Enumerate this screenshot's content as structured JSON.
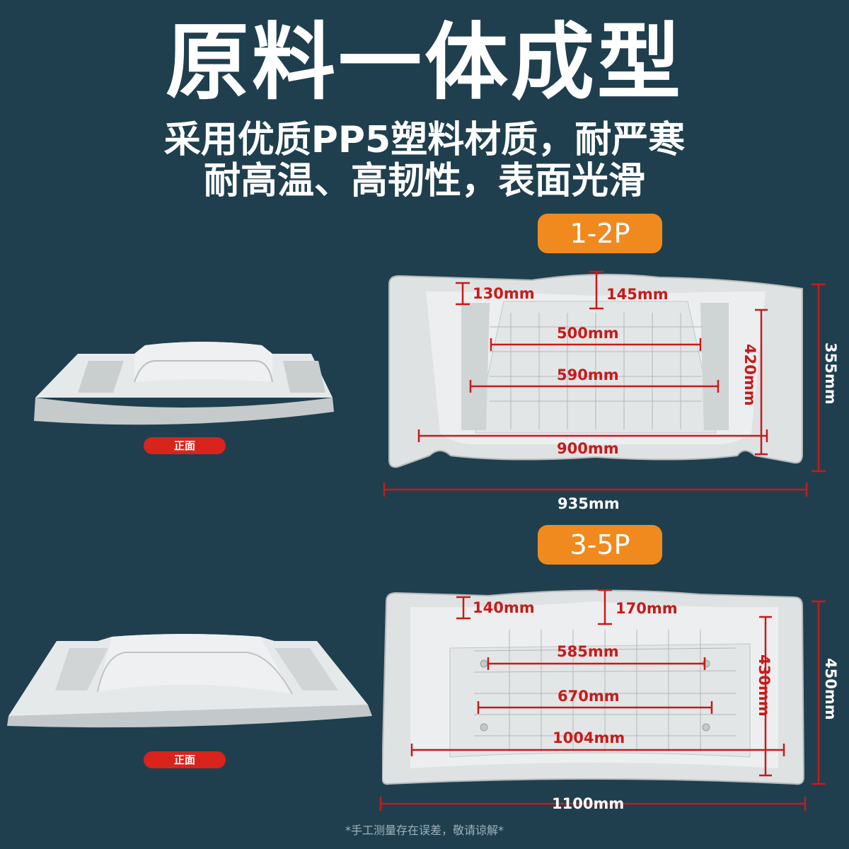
{
  "title": "原料一体成型",
  "subtitle_line1": "采用优质PP5塑料材质，耐严寒",
  "subtitle_line2": "耐高温、高韧性，表面光滑",
  "small": {
    "badge": "1-2P",
    "front_tag": "正面",
    "dims": {
      "d130": "130mm",
      "d145": "145mm",
      "d500": "500mm",
      "d590": "590mm",
      "d900": "900mm",
      "d420": "420mm",
      "d355": "355mm",
      "d935": "935mm"
    }
  },
  "large": {
    "badge": "3-5P",
    "front_tag": "正面",
    "dims": {
      "d140": "140mm",
      "d170": "170mm",
      "d585": "585mm",
      "d670": "670mm",
      "d1004": "1004mm",
      "d430": "430mm",
      "d450": "450mm",
      "d1100": "1100mm"
    }
  },
  "footnote": "*手工测量存在误差，敬请谅解*",
  "colors": {
    "background": "#1f3f4e",
    "badge": "#f08a1e",
    "tag": "#d8241a",
    "dimension": "#c81a1a",
    "product": "#d7dbdc"
  }
}
